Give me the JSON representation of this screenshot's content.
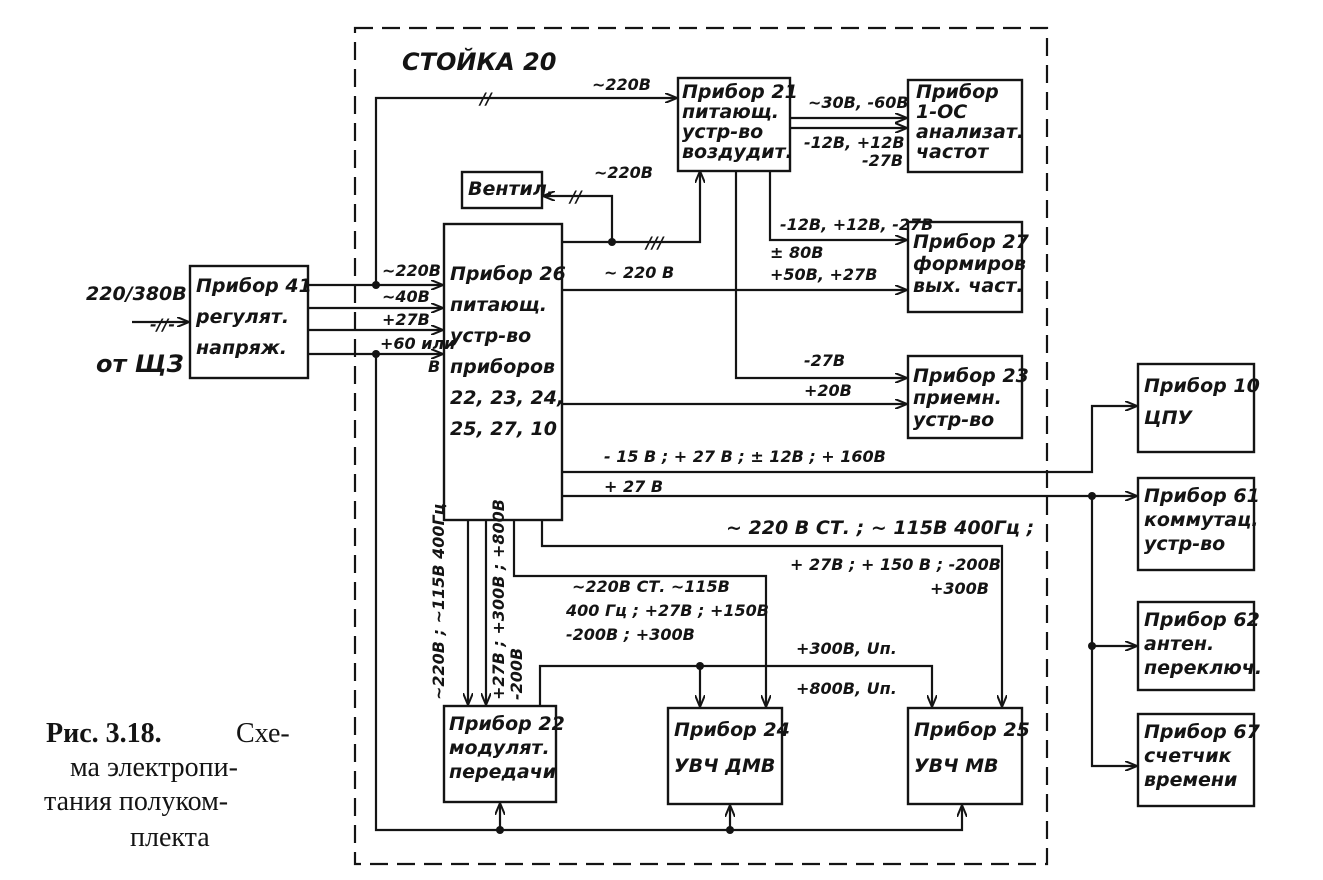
{
  "rack_title": "СТОЙКА 20",
  "caption": {
    "fig_label": "Рис. 3.18.",
    "lines": [
      "Схе-",
      "ма электропи-",
      "тания полуком-",
      "плекта"
    ]
  },
  "input": {
    "voltage": "220/380В",
    "source": "от ЩЗ",
    "tick": "-//-"
  },
  "blocks": {
    "p41": [
      "Прибор 41",
      "регулят.",
      "напряж."
    ],
    "p26": [
      "Прибор 26",
      "питающ.",
      "устр-во",
      "приборов",
      "22, 23, 24,",
      "25, 27, 10"
    ],
    "p21": [
      "Прибор 21",
      "питающ.",
      "устр-во",
      "воздудит."
    ],
    "p1oc": [
      "Прибор",
      "1-ОС",
      "анализат.",
      "частот"
    ],
    "p27": [
      "Прибор 27",
      "формиров",
      "вых. част."
    ],
    "p23": [
      "Прибор 23",
      "приемн.",
      "устр-во"
    ],
    "ventil": [
      "Вентил."
    ],
    "p10": [
      "Прибор 10",
      "ЦПУ"
    ],
    "p61": [
      "Прибор 61",
      "коммутац.",
      "устр-во"
    ],
    "p62": [
      "Прибор 62",
      "антен.",
      "переключ."
    ],
    "p67": [
      "Прибор 67",
      "счетчик",
      "времени"
    ],
    "p22": [
      "Прибор 22",
      "модулят.",
      "передачи"
    ],
    "p24": [
      "Прибор 24",
      "УВЧ ДМВ"
    ],
    "p25": [
      "Прибор 25",
      "УВЧ МВ"
    ]
  },
  "labels": {
    "l41_1": "~220В",
    "l41_2": "~40В",
    "l41_3": "+27В",
    "l41_4": "+60 или",
    "l41_4b": "В",
    "top_220": "~220В",
    "mid_220": "~220В",
    "p26_220": "~ 220 В",
    "p21_out1": "~30В, -60В",
    "p21_out2a": "-12В, +12В",
    "p21_out2b": "-27В",
    "p27_1": "-12В, +12В, -27В",
    "p27_2": "± 80В",
    "p27_3": "+50В, +27В",
    "p23_1": "-27В",
    "p23_2": "+20В",
    "p10_line": "- 15 В ; + 27 В ; ± 12В ; + 160В",
    "p61_line": "+ 27 В",
    "p25_line1": "~ 220 В СТ. ; ~ 115В  400Гц ;",
    "p25_line2": "+ 27В ; + 150 В ; -200В",
    "p25_line3": "+300В",
    "p24_line1": "~220В СТ. ~115В",
    "p24_line2": "400 Гц ; +27В ; +150В",
    "p24_line3": "-200В ; +300В",
    "bus_300": "+300В, Uп.",
    "bus_800": "+800В, Uп.",
    "v22_a": "~220В ; ~115В 400Гц",
    "v22_b": "+27В ; +300В ; +800В",
    "v22_c": "-200В"
  }
}
